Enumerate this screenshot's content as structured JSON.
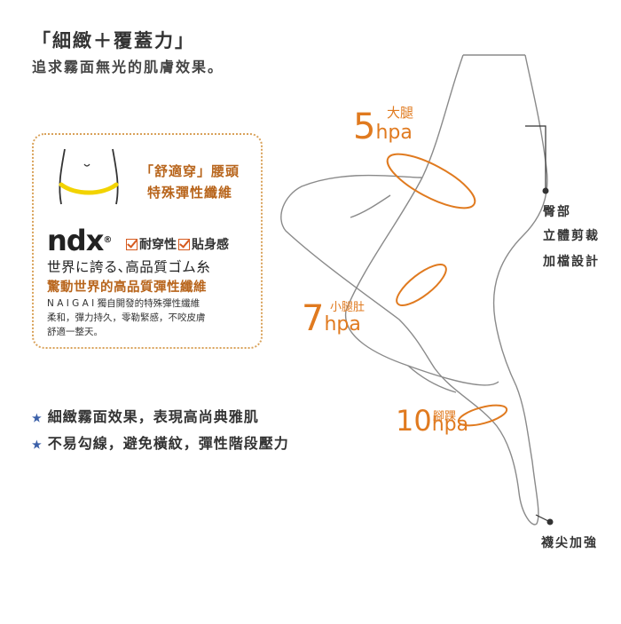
{
  "heading": {
    "title": "「細緻＋覆蓋力」",
    "subtitle": "追求霧面無光的肌膚效果。"
  },
  "feature_box": {
    "fit_line1": "「舒適穿」腰頭",
    "fit_line2": "特殊彈性纖維",
    "logo": "ndx",
    "logo_mark": "®",
    "check1": "耐穿性",
    "check2": "貼身感",
    "jp_line": "世界に誇る､高品質ゴム糸",
    "cn_line": "驚動世界的高品質彈性纖維",
    "desc_line1": "N A I G A I 獨自開發的特殊彈性纖維",
    "desc_line2": "柔和，彈力持久，零勒緊感，不咬皮膚",
    "desc_line3": "舒適一整天。"
  },
  "features": [
    {
      "star": "★",
      "text": "細緻霧面效果，表現高尚典雅肌"
    },
    {
      "star": "★",
      "text": "不易勾線，避免橫紋，彈性階段壓力"
    }
  ],
  "pressure": [
    {
      "label": "大腿",
      "value": "5",
      "unit": "hpa"
    },
    {
      "label": "小腿肚",
      "value": "7",
      "unit": "hpa"
    },
    {
      "label": "腳踝",
      "value": "10",
      "unit": "hpa"
    }
  ],
  "callouts": {
    "hip_line1": "臀部",
    "hip_line2": "立體剪裁",
    "hip_line3": "加檔設計",
    "toe": "襪尖加強"
  },
  "colors": {
    "accent_orange": "#e07a1f",
    "text_orange": "#b8651c",
    "star_blue": "#3a5fa8",
    "outline_grey": "#8a8a8a"
  }
}
